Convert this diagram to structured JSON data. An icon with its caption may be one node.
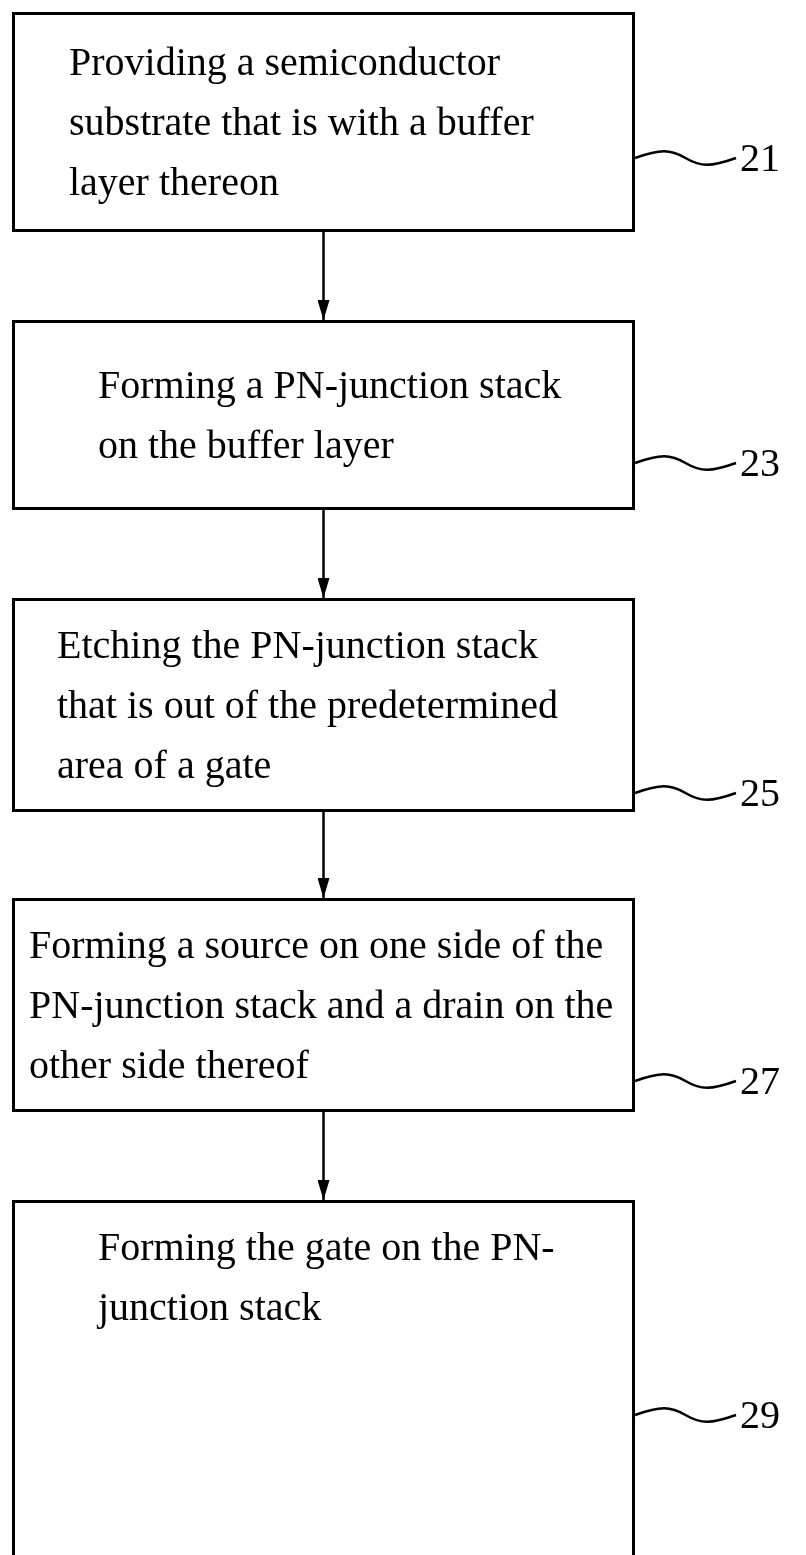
{
  "diagram": {
    "nodes": [
      {
        "text": [
          "Providing a semiconductor substrate that is with a buffer layer thereon"
        ]
      },
      {
        "text": [
          "Forming a PN-junction stack on the buffer layer"
        ]
      },
      {
        "text": [
          "Etching the PN-junction stack that is out of the predetermined area of a gate"
        ]
      },
      {
        "text": [
          "Forming a source on one side of the PN-junction stack and a drain on the other side thereof"
        ]
      },
      {
        "text": [
          "Forming the gate on the PN-junction stack"
        ]
      },
      {
        "text": [
          "21"
        ]
      },
      {
        "text": [
          "23"
        ]
      },
      {
        "text": [
          "25"
        ]
      },
      {
        "text": [
          "27"
        ]
      },
      {
        "text": [
          "29"
        ]
      }
    ],
    "edges": [
      {
        "from": 0,
        "to": 1,
        "arrow": "to"
      },
      {
        "from": 1,
        "to": 2,
        "arrow": "to"
      },
      {
        "from": 2,
        "to": 3,
        "arrow": "to"
      },
      {
        "from": 3,
        "to": 4,
        "arrow": "to"
      },
      {
        "from": 5,
        "to": 0,
        "arrow": "none"
      },
      {
        "from": 6,
        "to": 1,
        "arrow": "none"
      },
      {
        "from": 7,
        "to": 2,
        "arrow": "none"
      },
      {
        "from": 8,
        "to": 3,
        "arrow": "none"
      },
      {
        "from": 9,
        "to": 4,
        "arrow": "none"
      }
    ]
  }
}
